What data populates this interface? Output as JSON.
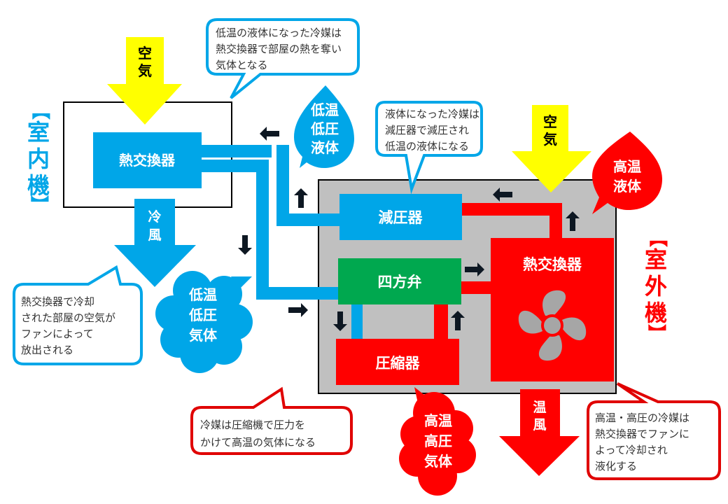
{
  "colors": {
    "cold": "#00a6e8",
    "hot": "#ff0000",
    "valve": "#00a84f",
    "air": "#ffff00",
    "outdoor_bg": "#c0c0c0",
    "fan": "#a6a6a6",
    "flow_arrow": "#0d1722"
  },
  "indoor_unit": {
    "title_open": "【",
    "title_chars": [
      "室",
      "内",
      "機"
    ],
    "title_close": "】",
    "heat_exchanger": "熱交換器",
    "air_in": [
      "空",
      "気"
    ],
    "air_out": [
      "冷",
      "風"
    ]
  },
  "outdoor_unit": {
    "title_open": "【",
    "title_chars": [
      "室",
      "外",
      "機"
    ],
    "title_close": "】",
    "expansion_valve": "減圧器",
    "four_way_valve": "四方弁",
    "compressor": "圧縮器",
    "heat_exchanger": "熱交換器",
    "fan_icon": "fan-icon",
    "air_in": [
      "空",
      "気"
    ],
    "air_out": [
      "温",
      "風"
    ]
  },
  "state_bubbles": {
    "low_temp_low_pressure_liquid": [
      "低温",
      "低圧",
      "液体"
    ],
    "low_temp_low_pressure_gas": [
      "低温",
      "低圧",
      "気体"
    ],
    "high_temp_liquid": [
      "高温",
      "液体"
    ],
    "high_temp_high_pressure_gas": [
      "高温",
      "高圧",
      "気体"
    ]
  },
  "callouts": {
    "indoor_exchanger": [
      "低温の液体になった冷媒は",
      "熱交換器で部屋の熱を奪い",
      "気体となる"
    ],
    "expansion_valve": [
      "液体になった冷媒は",
      "減圧器で減圧され",
      "低温の液体になる"
    ],
    "cold_air": [
      "熱交換器で冷却",
      "された部屋の空気が",
      "ファンによって",
      "放出される"
    ],
    "compressor": [
      "冷媒は圧縮機で圧力を",
      "かけて高温の気体になる"
    ],
    "outdoor_exchanger": [
      "高温・高圧の冷媒は",
      "熱交換器でファンに",
      "よって冷却され",
      "液化する"
    ]
  }
}
